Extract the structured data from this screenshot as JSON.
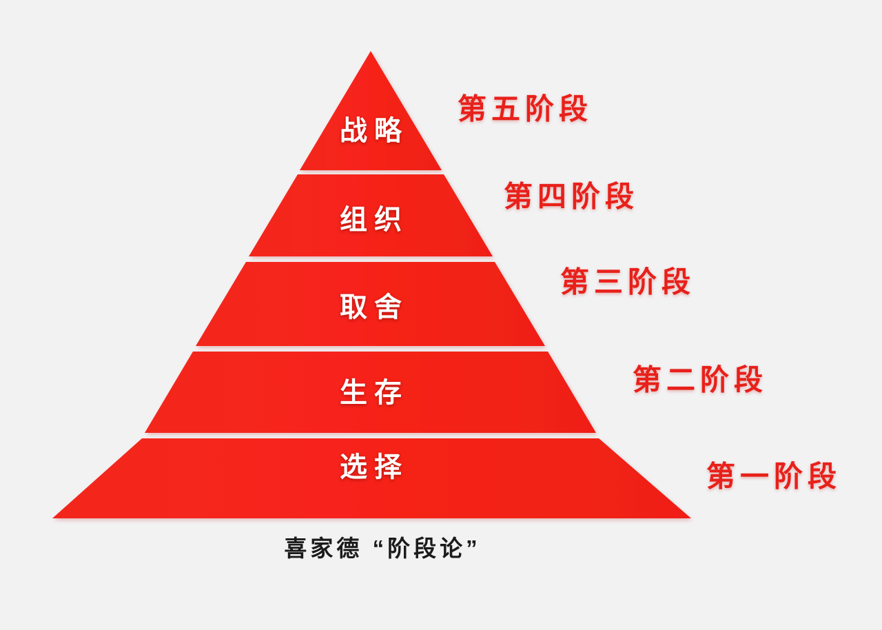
{
  "diagram": {
    "type": "pyramid",
    "title": "喜家德 “阶段论”",
    "caption": "喜家德 “阶段论”",
    "background_color": "#f2f2f3",
    "tier_color": "#f5231a",
    "tier_text_color": "#ffffff",
    "stage_text_color": "#e8201a",
    "caption_text_color": "#1b1b1b",
    "divider_color": "#f4f2f2",
    "tier_count": 5,
    "tiers": [
      {
        "index": 5,
        "label": "战略",
        "stage": "第五阶段",
        "position": "top"
      },
      {
        "index": 4,
        "label": "组织",
        "stage": "第四阶段",
        "position": "upper-middle"
      },
      {
        "index": 3,
        "label": "取舍",
        "stage": "第三阶段",
        "position": "middle"
      },
      {
        "index": 2,
        "label": "生存",
        "stage": "第二阶段",
        "position": "lower-middle"
      },
      {
        "index": 1,
        "label": "选择",
        "stage": "第一阶段",
        "position": "bottom"
      }
    ],
    "stage_labels": [
      "第五阶段",
      "第四阶段",
      "第三阶段",
      "第二阶段",
      "第一阶段"
    ],
    "tier_labels": [
      "战略",
      "组织",
      "取舍",
      "生存",
      "选择"
    ]
  },
  "chart_data": {
    "type": "pyramid",
    "title": "喜家德 “阶段论”",
    "categories": [
      "战略",
      "组织",
      "取舍",
      "生存",
      "选择"
    ],
    "annotations": [
      "第五阶段",
      "第四阶段",
      "第三阶段",
      "第二阶段",
      "第一阶段"
    ],
    "levels": [
      {
        "rank": 5,
        "name": "战略",
        "stage": "第五阶段"
      },
      {
        "rank": 4,
        "name": "组织",
        "stage": "第四阶段"
      },
      {
        "rank": 3,
        "name": "取舍",
        "stage": "第三阶段"
      },
      {
        "rank": 2,
        "name": "生存",
        "stage": "第二阶段"
      },
      {
        "rank": 1,
        "name": "选择",
        "stage": "第一阶段"
      }
    ]
  }
}
